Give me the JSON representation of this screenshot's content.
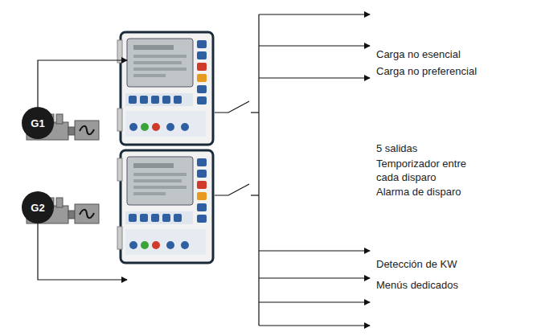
{
  "diagram": {
    "nodes": [
      {
        "text": [
          "G1"
        ]
      },
      {
        "text": [
          "G2"
        ]
      }
    ],
    "labels": [
      "Carga no esencial",
      "Carga no preferencial",
      "5 salidas",
      "Temporizador entre cada disparo",
      "Alarma de disparo",
      "Detección de KW",
      "Menús dedicados"
    ]
  }
}
